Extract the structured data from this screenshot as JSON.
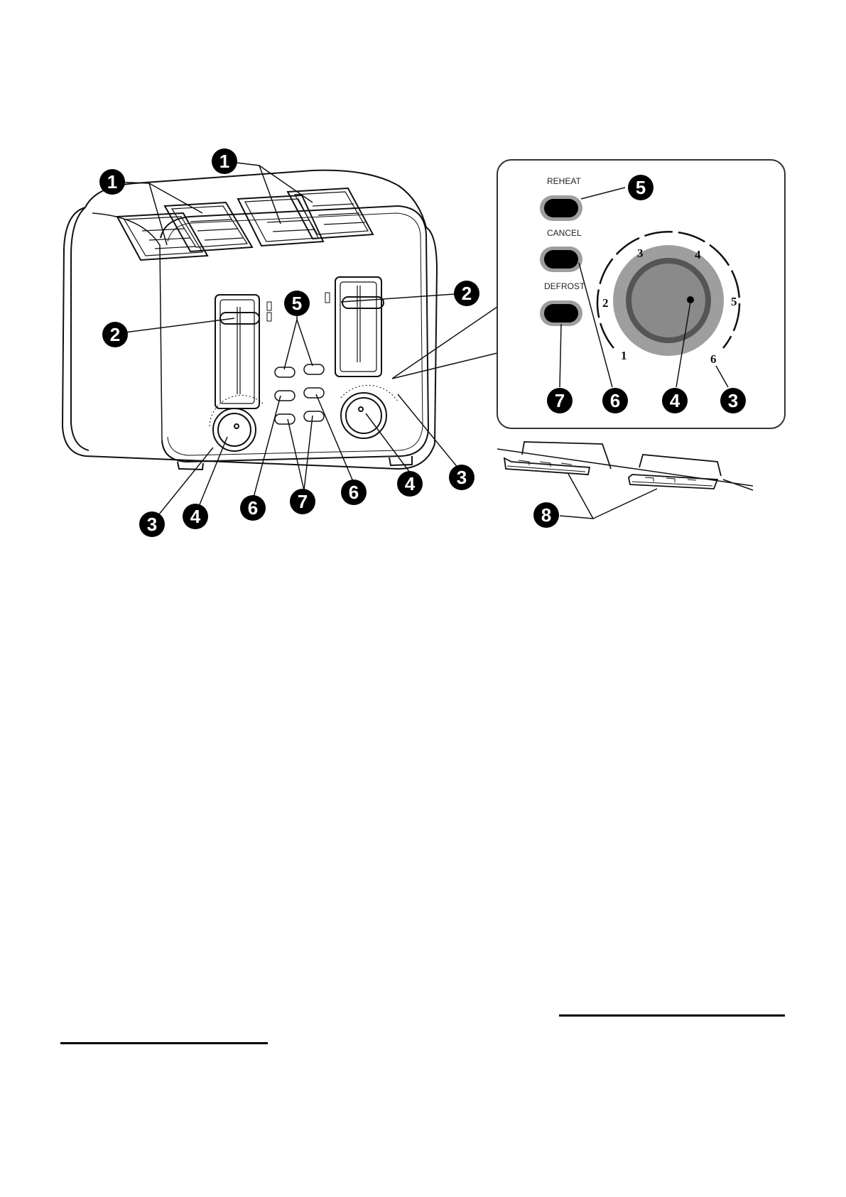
{
  "colors": {
    "ink": "#111111",
    "panel_border": "#333333",
    "knob_outer": "#9e9e9e",
    "knob_ring": "#555555",
    "knob_center": "#8a8a8a",
    "button_fill": "#000000",
    "button_ring": "#9e9e9e",
    "badge_fill": "#000000",
    "badge_text": "#ffffff"
  },
  "buttons": {
    "reheat": "REHEAT",
    "cancel": "CANCEL",
    "defrost": "DEFROST"
  },
  "dial": {
    "numbers": [
      "1",
      "2",
      "3",
      "4",
      "5",
      "6"
    ]
  },
  "callouts": {
    "slots": "1",
    "lever": "2",
    "browning_scale": "3",
    "browning_knob": "4",
    "reheat": "5",
    "cancel": "6",
    "defrost": "7",
    "crumb_tray": "8"
  },
  "icons": [
    "numbered-badge-icon",
    "toaster-illustration",
    "crumb-tray-illustration"
  ]
}
